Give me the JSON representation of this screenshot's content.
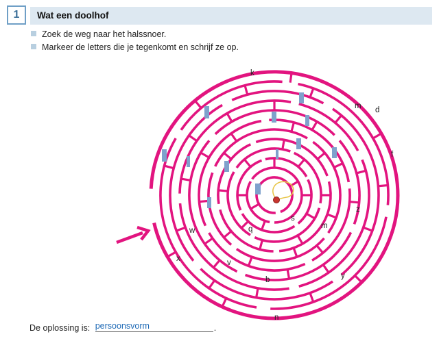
{
  "exercise": {
    "number": "1",
    "title": "Wat een doolhof"
  },
  "instructions": [
    "Zoek de weg naar het halssnoer.",
    "Markeer de letters die je tegenkomt en schrijf ze op."
  ],
  "maze": {
    "letters": [
      "k",
      "m",
      "d",
      "f",
      "z",
      "m",
      "s",
      "q",
      "w",
      "x",
      "v",
      "b",
      "y",
      "n"
    ],
    "wall_color": "#e2147f",
    "marker_color": "#7fa1cc"
  },
  "answer": {
    "label": "De oplossing is:",
    "value": "persoonsvorm",
    "end": "."
  }
}
